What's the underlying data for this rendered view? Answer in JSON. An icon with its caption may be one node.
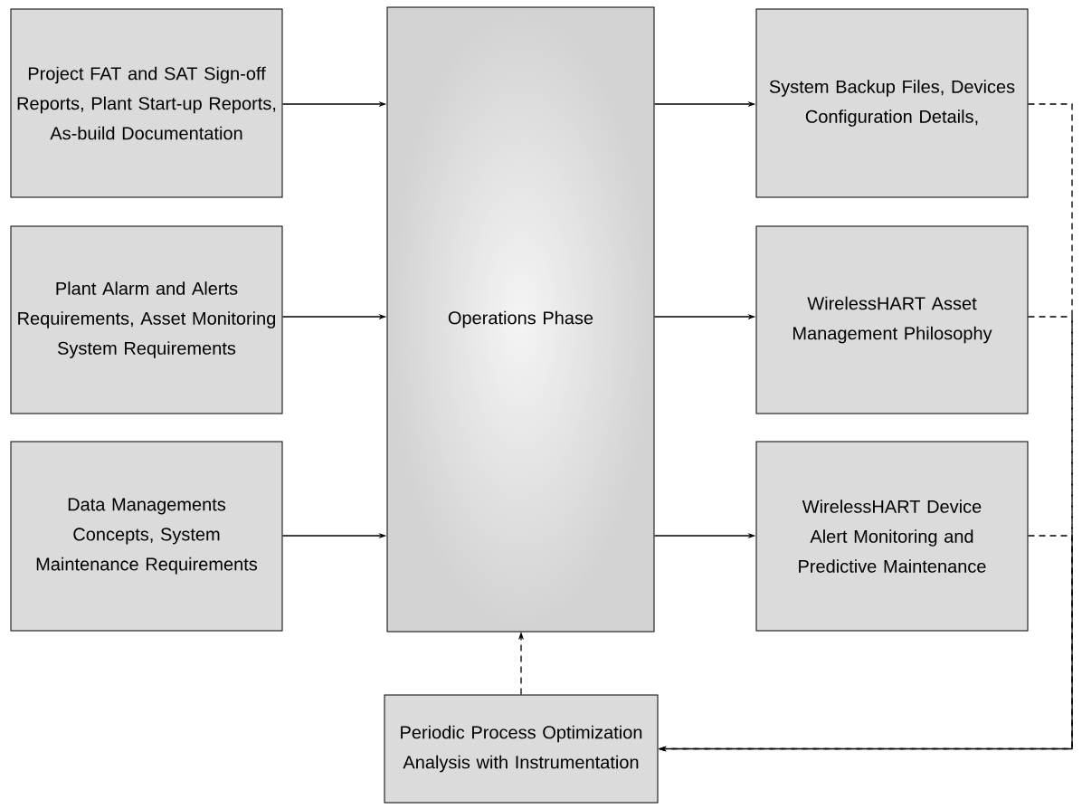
{
  "diagram": {
    "nodes": [
      {
        "text": [
          "Project FAT and SAT Sign-off Reports, Plant Start-up Reports, As-build Documentation"
        ]
      },
      {
        "text": [
          "Plant Alarm and Alerts Requirements, Asset Monitoring System Requirements"
        ]
      },
      {
        "text": [
          "Data Managements Concepts, System Maintenance Requirements"
        ]
      },
      {
        "text": [
          "Operations Phase"
        ]
      },
      {
        "text": [
          "System Backup Files, Devices Configuration Details,"
        ]
      },
      {
        "text": [
          "WirelessHART Asset Management Philosophy"
        ]
      },
      {
        "text": [
          "WirelessHART Device Alert Monitoring and Predictive Maintenance"
        ]
      },
      {
        "text": [
          "Periodic Process Optimization Analysis with Instrumentation"
        ]
      }
    ],
    "edges": [
      {
        "from": 0,
        "to": 3,
        "arrow": "to"
      },
      {
        "from": 1,
        "to": 3,
        "arrow": "to"
      },
      {
        "from": 2,
        "to": 3,
        "arrow": "to"
      },
      {
        "from": 3,
        "to": 4,
        "arrow": "to"
      },
      {
        "from": 3,
        "to": 5,
        "arrow": "to"
      },
      {
        "from": 3,
        "to": 6,
        "arrow": "to"
      },
      {
        "from": 4,
        "to": 7,
        "arrow": "to",
        "style": "dashed"
      },
      {
        "from": 5,
        "to": 7,
        "arrow": "to",
        "style": "dashed"
      },
      {
        "from": 6,
        "to": 7,
        "arrow": "to",
        "style": "dashed"
      },
      {
        "from": 7,
        "to": 3,
        "arrow": "to",
        "style": "dashed"
      }
    ]
  }
}
